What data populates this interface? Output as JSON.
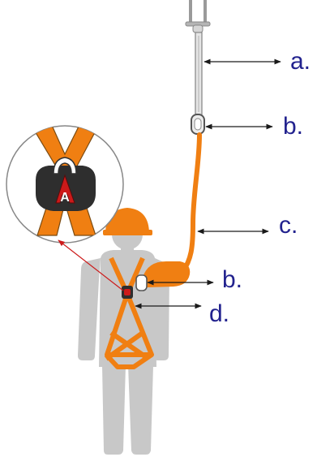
{
  "colors": {
    "body": "#c8c8c8",
    "orange": "#f07f12",
    "dark": "#2e2e2e",
    "red": "#cc1a1a",
    "label": "#22228e",
    "arrow": "#1a1a1a",
    "background": "#ffffff"
  },
  "labels": {
    "a": "a.",
    "b_top": "b.",
    "c": "c.",
    "b_bottom": "b.",
    "d": "d."
  },
  "inset": {
    "letter": "A"
  },
  "icons": [
    "anchor-hook-icon",
    "carabiner-icon",
    "helmet-icon",
    "harness-icon",
    "d-ring-icon"
  ]
}
